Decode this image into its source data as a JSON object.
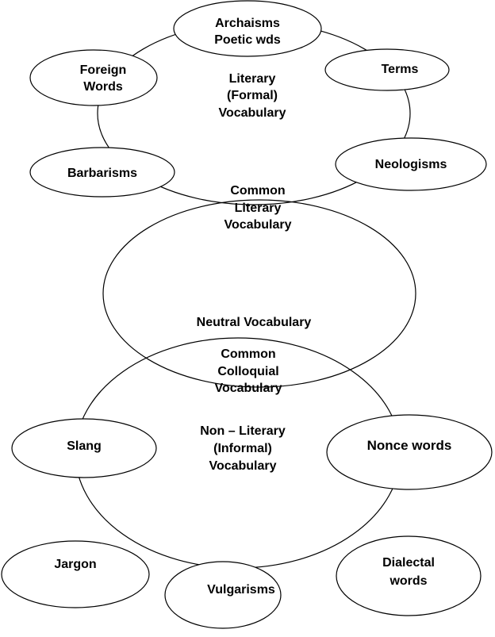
{
  "satellites": {
    "archaisms": {
      "line1": "Archaisms",
      "line2": "Poetic wds"
    },
    "foreign_words": {
      "line1": "Foreign",
      "line2": "Words"
    },
    "terms": {
      "line1": "Terms"
    },
    "barbarisms": {
      "line1": "Barbarisms"
    },
    "neologisms": {
      "line1": "Neologisms"
    },
    "slang": {
      "line1": "Slang"
    },
    "nonce_words": {
      "line1": "Nonce words"
    },
    "jargon": {
      "line1": "Jargon"
    },
    "vulgarisms": {
      "line1": "Vulgarisms"
    },
    "dialectal_words": {
      "line1": "Dialectal",
      "line2": "words"
    }
  },
  "regions": {
    "literary": {
      "line1": "Literary",
      "line2": "(Formal)",
      "line3": "Vocabulary"
    },
    "common_literary": {
      "line1": "Common",
      "line2": "Literary",
      "line3": "Vocabulary"
    },
    "neutral": {
      "line1": "Neutral Vocabulary"
    },
    "common_colloquial": {
      "line1": "Common",
      "line2": "Colloquial",
      "line3": "Vocabulary"
    },
    "non_literary": {
      "line1": "Non – Literary",
      "line2": "(Informal)",
      "line3": "Vocabulary"
    }
  }
}
